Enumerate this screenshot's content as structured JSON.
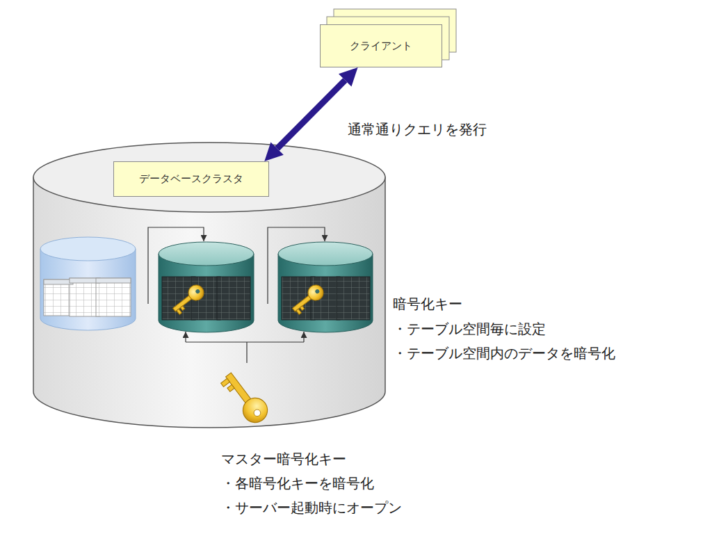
{
  "diagram": {
    "nodes": [
      {
        "text": [
          "クライアント"
        ]
      },
      {
        "text": [
          "データベースクラスタ"
        ]
      }
    ],
    "edges": [
      {
        "from": 0,
        "to": 1,
        "arrow": "both",
        "label": "通常通りクエリを発行"
      }
    ],
    "labels": [
      "暗号化キー",
      "・テーブル空間毎に設定",
      "・テーブル空間内のデータを暗号化",
      "マスター暗号化キー",
      "・各暗号化キーを暗号化",
      "・サーバー起動時にオープン"
    ]
  }
}
